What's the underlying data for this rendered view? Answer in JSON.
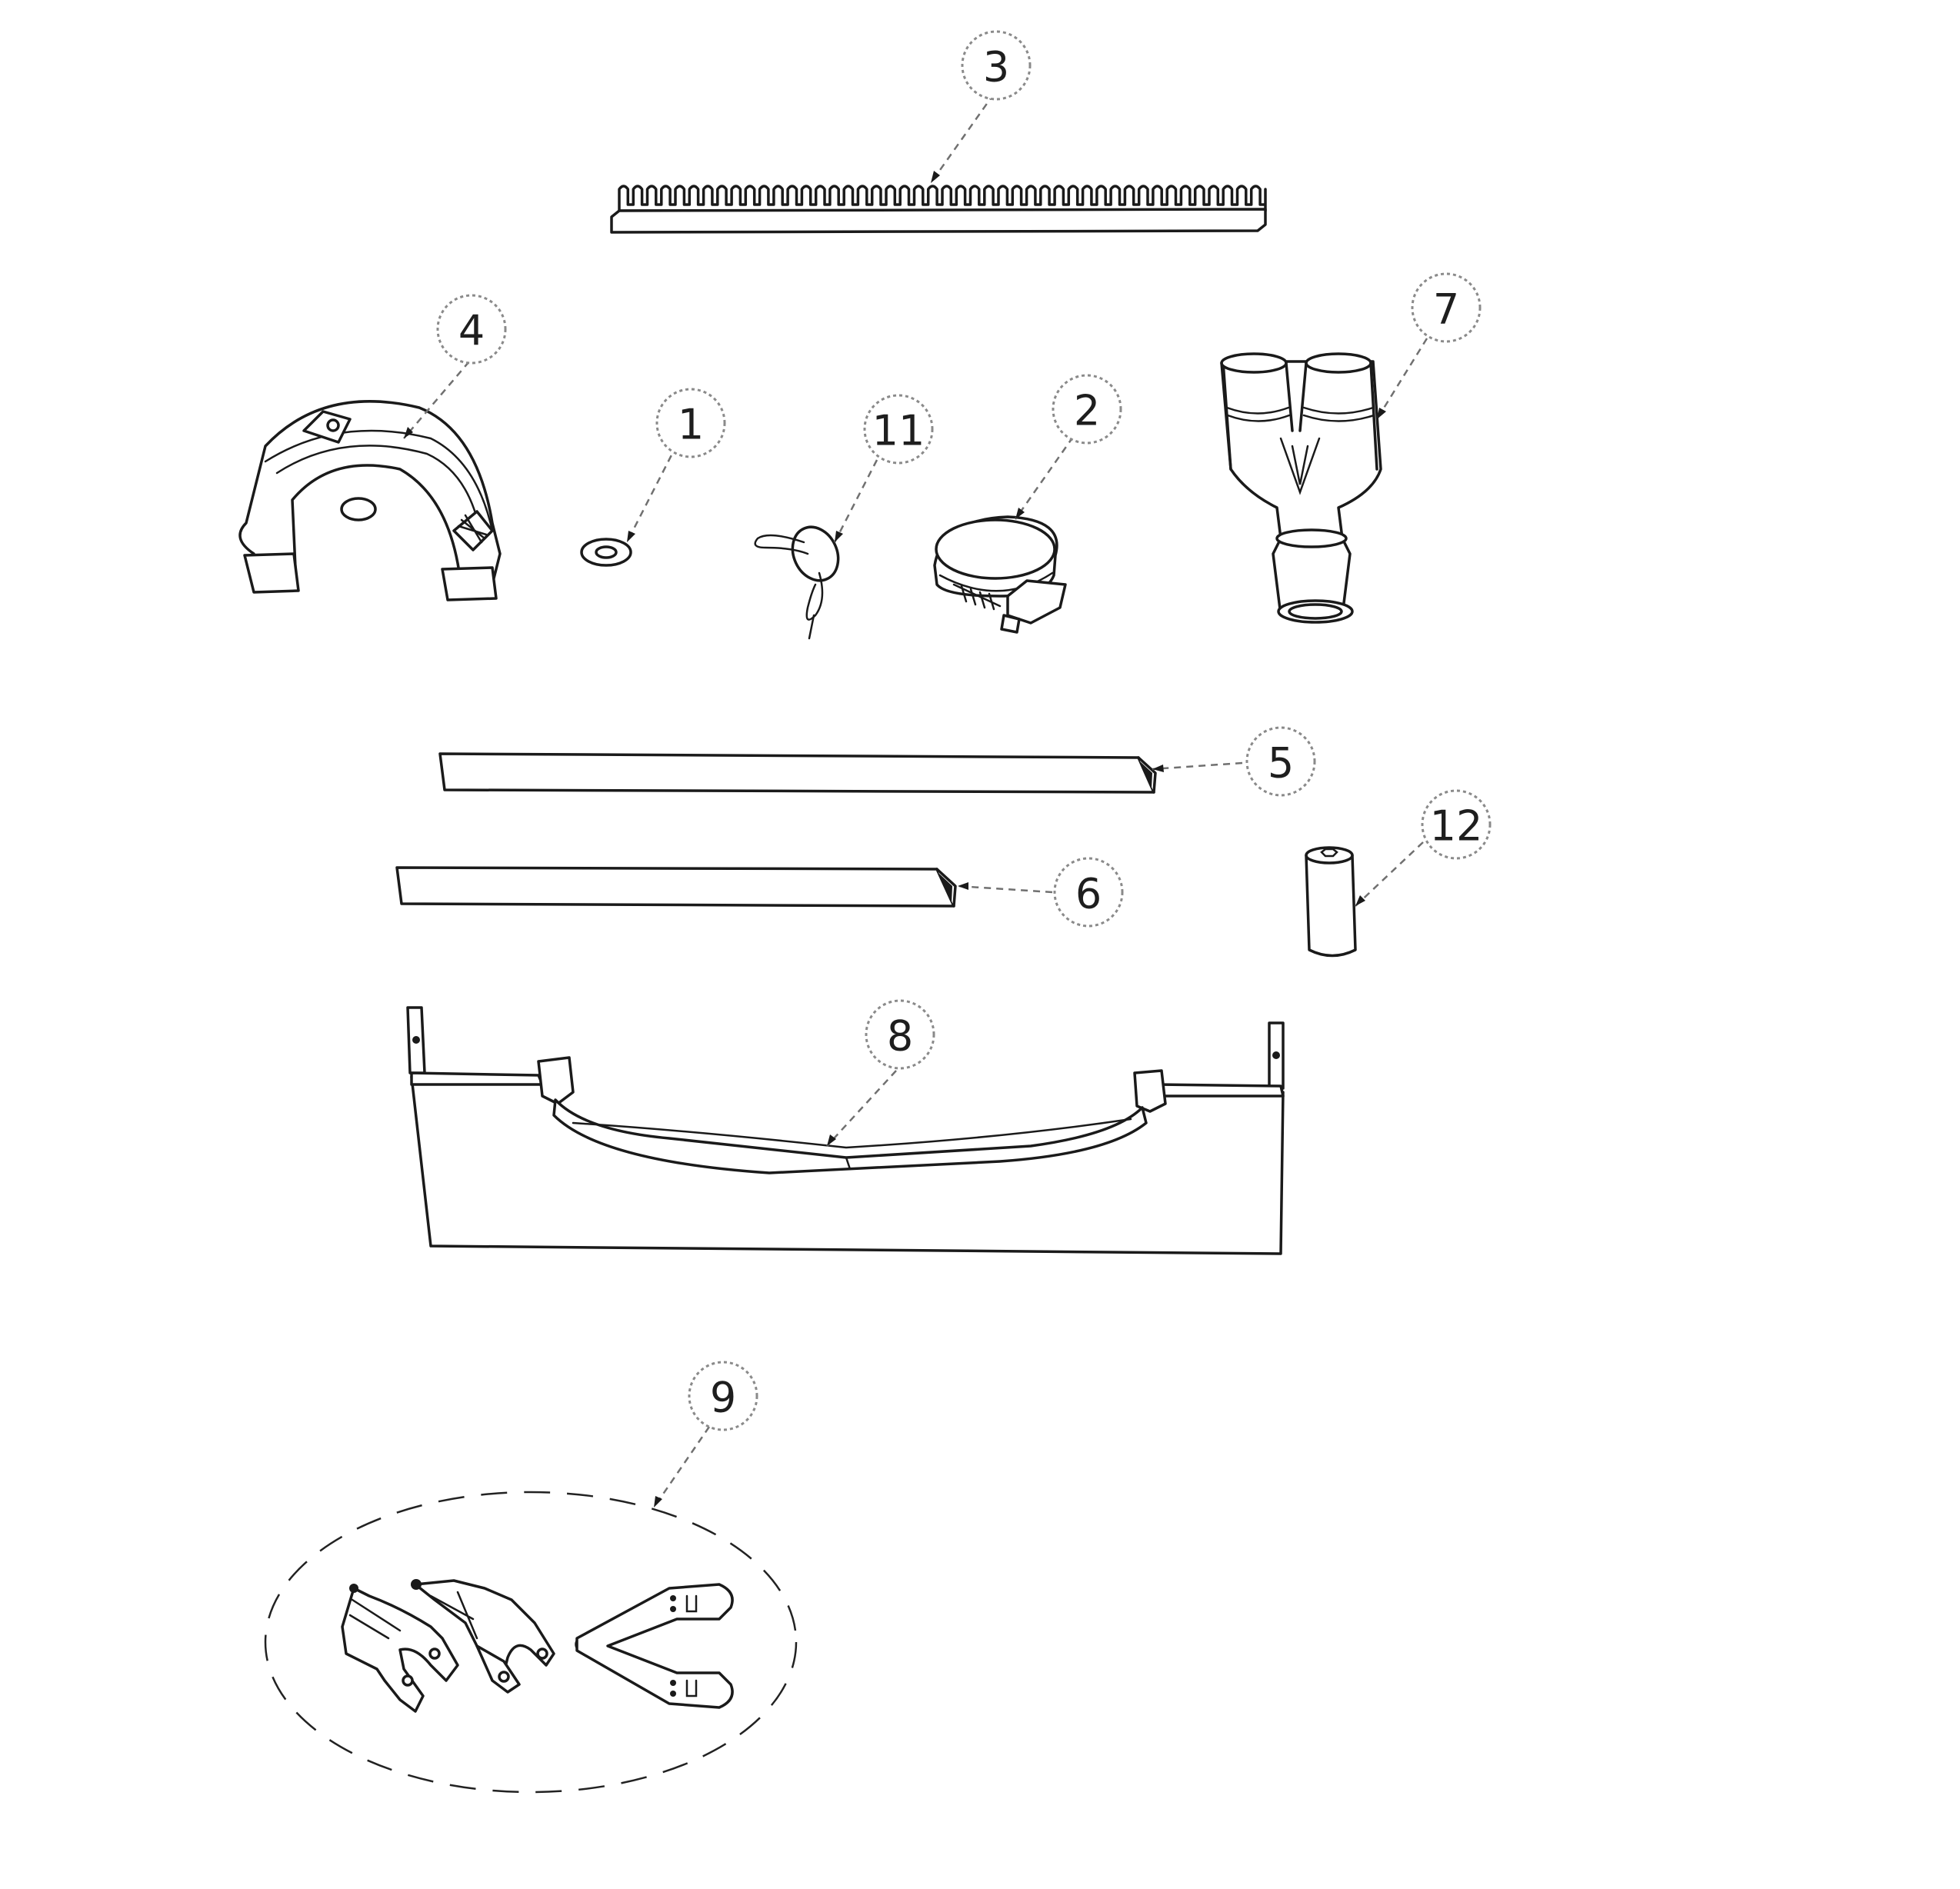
{
  "callouts": {
    "c1": "1",
    "c2": "2",
    "c3": "3",
    "c4": "4",
    "c5": "5",
    "c6": "6",
    "c7": "7",
    "c8": "8",
    "c9": "9",
    "c11": "11",
    "c12": "12"
  },
  "parts": {
    "p1": "washer-ring",
    "p2": "hose-clamp",
    "p3": "comb-rail",
    "p4": "curved-bracket",
    "p5": "triangular-strip-long",
    "p6": "triangular-strip-short",
    "p7": "y-connector",
    "p8": "panel-assembly",
    "p9": "fin-parts-kit",
    "p11": "tether-with-disc",
    "p12": "hex-spacer"
  }
}
